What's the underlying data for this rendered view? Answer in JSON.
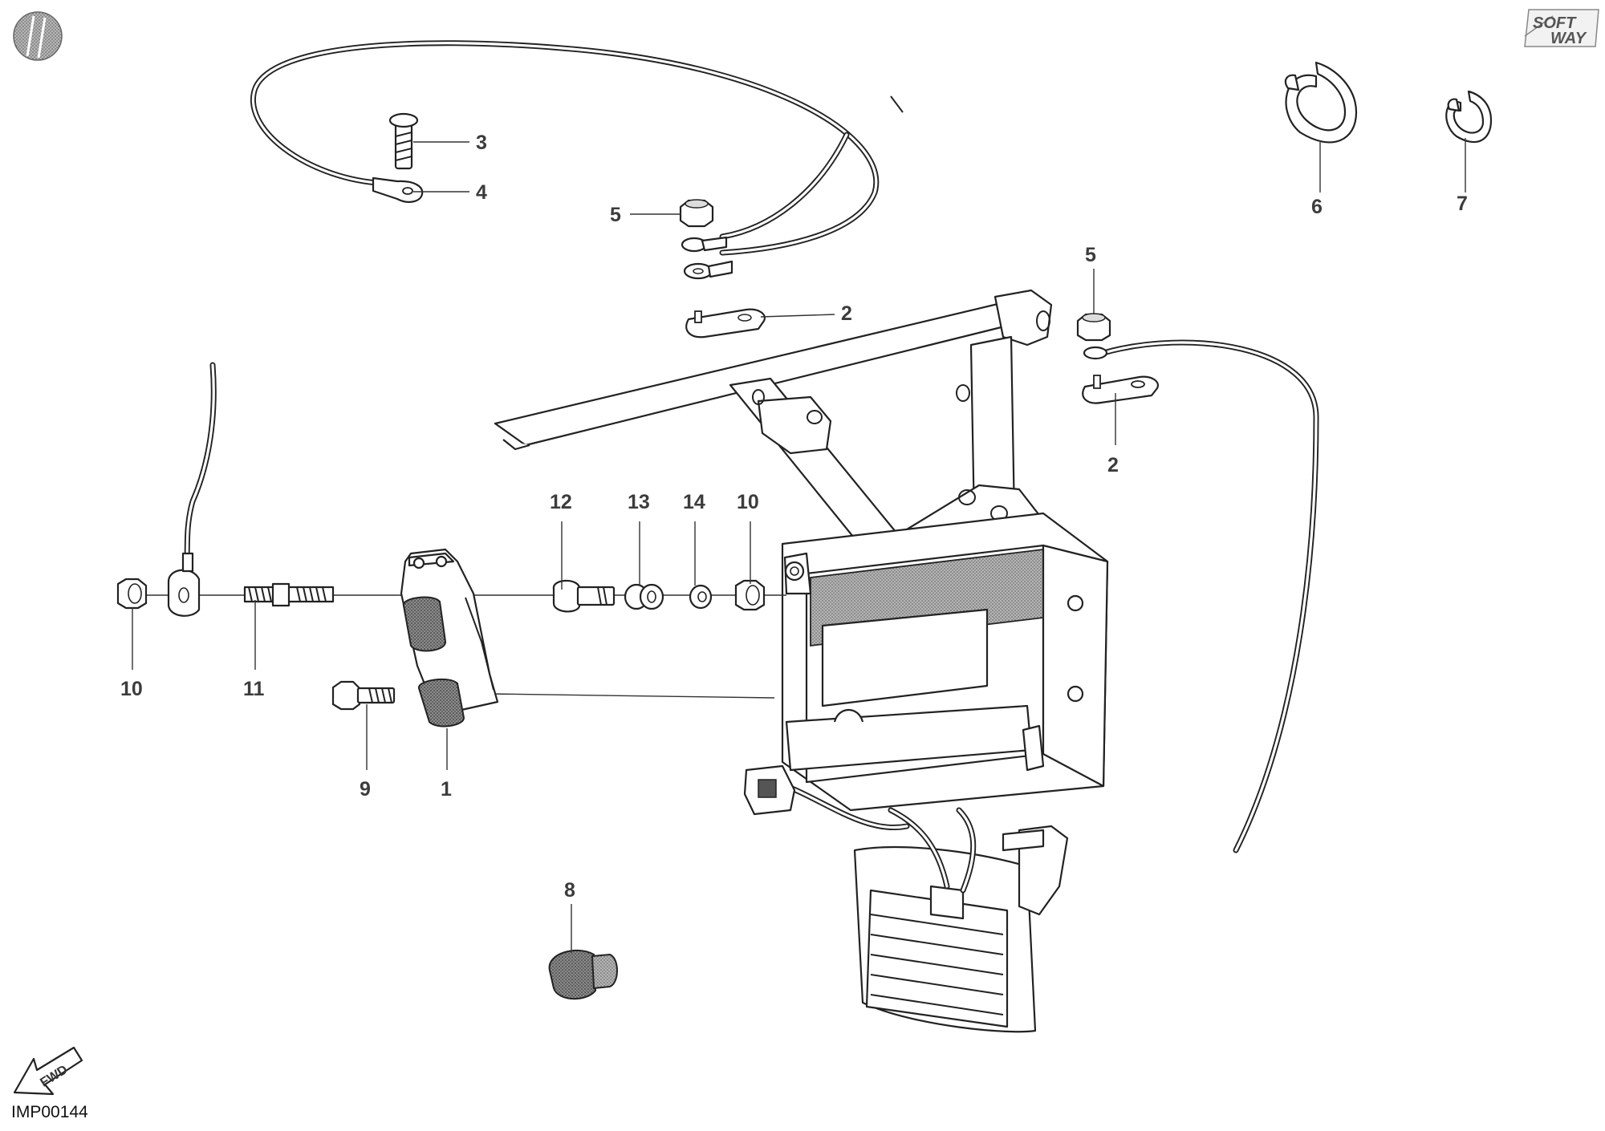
{
  "drawing_code": "IMP00144",
  "brand_logo": {
    "line1": "SOFT",
    "line2": "WAY"
  },
  "direction_arrow": {
    "label": "FWD",
    "icon": "fwd-arrow-icon"
  },
  "corner_badge": {
    "icon": "circle-badge-icon",
    "color": "#8a8a8a"
  },
  "callouts": [
    {
      "id": "c3",
      "label": "3"
    },
    {
      "id": "c4",
      "label": "4"
    },
    {
      "id": "c5a",
      "label": "5"
    },
    {
      "id": "c2a",
      "label": "2"
    },
    {
      "id": "c5b",
      "label": "5"
    },
    {
      "id": "c2b",
      "label": "2"
    },
    {
      "id": "c6",
      "label": "6"
    },
    {
      "id": "c7",
      "label": "7"
    },
    {
      "id": "c12",
      "label": "12"
    },
    {
      "id": "c13",
      "label": "13"
    },
    {
      "id": "c14",
      "label": "14"
    },
    {
      "id": "c10a",
      "label": "10"
    },
    {
      "id": "c10b",
      "label": "10"
    },
    {
      "id": "c11",
      "label": "11"
    },
    {
      "id": "c9",
      "label": "9"
    },
    {
      "id": "c1",
      "label": "1"
    },
    {
      "id": "c8",
      "label": "8"
    }
  ]
}
